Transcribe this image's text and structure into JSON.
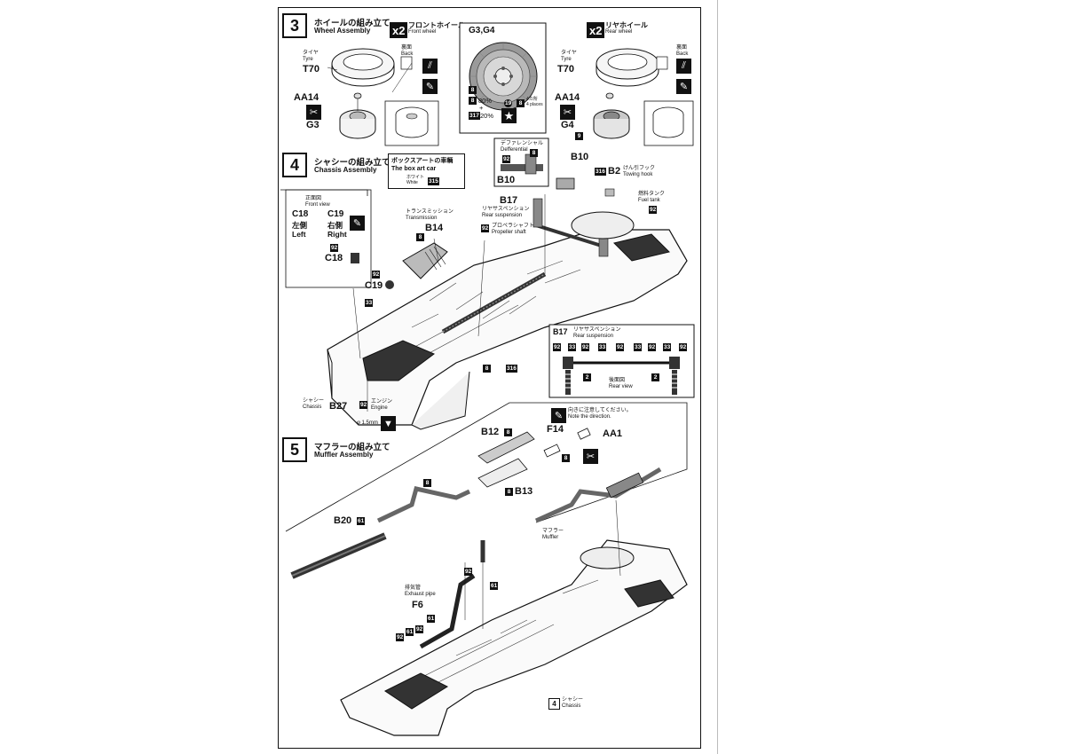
{
  "step3": {
    "number": "3",
    "title_jp": "ホイールの組み立て",
    "title_en": "Wheel Assembly",
    "multiplier": "x2",
    "front_wheel_jp": "フロントホイール",
    "front_wheel_en": "Front wheel",
    "rear_wheel_jp": "リヤホイール",
    "rear_wheel_en": "Rear wheel",
    "tyre_jp": "タイヤ",
    "tyre_en": "Tyre",
    "tyre_part": "T70",
    "back_jp": "裏面",
    "back_en": "Back",
    "cap_part": "AA14",
    "front_hub_part": "G3",
    "rear_hub_part": "G4",
    "rear_hub_color": "9",
    "color_box": {
      "title": "G3,G4",
      "color_a": "8",
      "mix_color_1": "8",
      "mix_pct_1": "80%",
      "plus": "+",
      "mix_color_2": "317",
      "mix_pct_2": "20%",
      "lug_color": "19",
      "lug_color_2": "8",
      "places_jp": "4カ所",
      "places_en": "4 places"
    }
  },
  "step4": {
    "number": "4",
    "title_jp": "シャシーの組み立て",
    "title_en": "Chassis Assembly",
    "box_art_jp": "ボックスアートの車輌",
    "box_art_en": "The box art car",
    "white_jp": "ホワイト",
    "white_en": "White",
    "white_color": "315",
    "diff_jp": "デファレンシャル",
    "diff_en": "Defferential",
    "diff_color_1": "92",
    "diff_color_2": "8",
    "diff_part": "B10",
    "b10_part": "B10",
    "tow_color": "316",
    "tow_part": "B2",
    "tow_jp": "けん引フック",
    "tow_en": "Towing hook",
    "fuel_jp": "燃料タンク",
    "fuel_en": "Fuel tank",
    "fuel_color": "92",
    "rear_susp_part": "B17",
    "rear_susp_jp": "リヤサスペンション",
    "rear_susp_en": "Rear suspension",
    "prop_color": "92",
    "prop_jp": "プロペラシャフト",
    "prop_en": "Propeller shaft",
    "trans_jp": "トランスミッション",
    "trans_en": "Transmission",
    "trans_color": "8",
    "trans_part": "B14",
    "front_view_jp": "正面図",
    "front_view_en": "Front view",
    "c18": "C18",
    "c18_jp": "左側",
    "c18_en": "Left",
    "c19": "C19",
    "c19_jp": "右側",
    "c19_en": "Right",
    "c18_color": "92",
    "c18_part": "C18",
    "c19_color": "92",
    "c19_part": "C19",
    "color_33": "33",
    "color_8": "8",
    "color_316": "316",
    "chassis_jp": "シャシー",
    "chassis_en": "Chassis",
    "chassis_part": "B27",
    "engine_color": "92",
    "engine_jp": "エンジン",
    "engine_en": "Engine",
    "drill": "φ 1.5mm",
    "rear_view_box": {
      "part": "B17",
      "jp": "リヤサスペンション",
      "en": "Rear suspension",
      "colors": [
        "92",
        "33",
        "92",
        "33",
        "92",
        "33",
        "92",
        "33",
        "92"
      ],
      "spring_color_left": "2",
      "spring_color_right": "2",
      "view_jp": "後面図",
      "view_en": "Rear view"
    }
  },
  "step5": {
    "number": "5",
    "title_jp": "マフラーの組み立て",
    "title_en": "Muffler Assembly",
    "note_jp": "向きに注意してください。",
    "note_en": "Note the direction.",
    "b12": "B12",
    "b12_color": "8",
    "f14": "F14",
    "f14_color": "8",
    "aa1": "AA1",
    "b13_color": "8",
    "b13": "B13",
    "pipe_color": "8",
    "b20": "B20",
    "b20_color": "61",
    "muffler_jp": "マフラー",
    "muffler_en": "Muffler",
    "exhaust_jp": "排気管",
    "exhaust_en": "Exhaust pipe",
    "f6": "F6",
    "f6_color": "61",
    "c_92a": "92",
    "c_61a": "61",
    "c_92b": "92",
    "c_61b": "61",
    "c_92c": "92",
    "ref_step": "4",
    "chassis_jp": "シャシー",
    "chassis_en": "Chassis"
  }
}
